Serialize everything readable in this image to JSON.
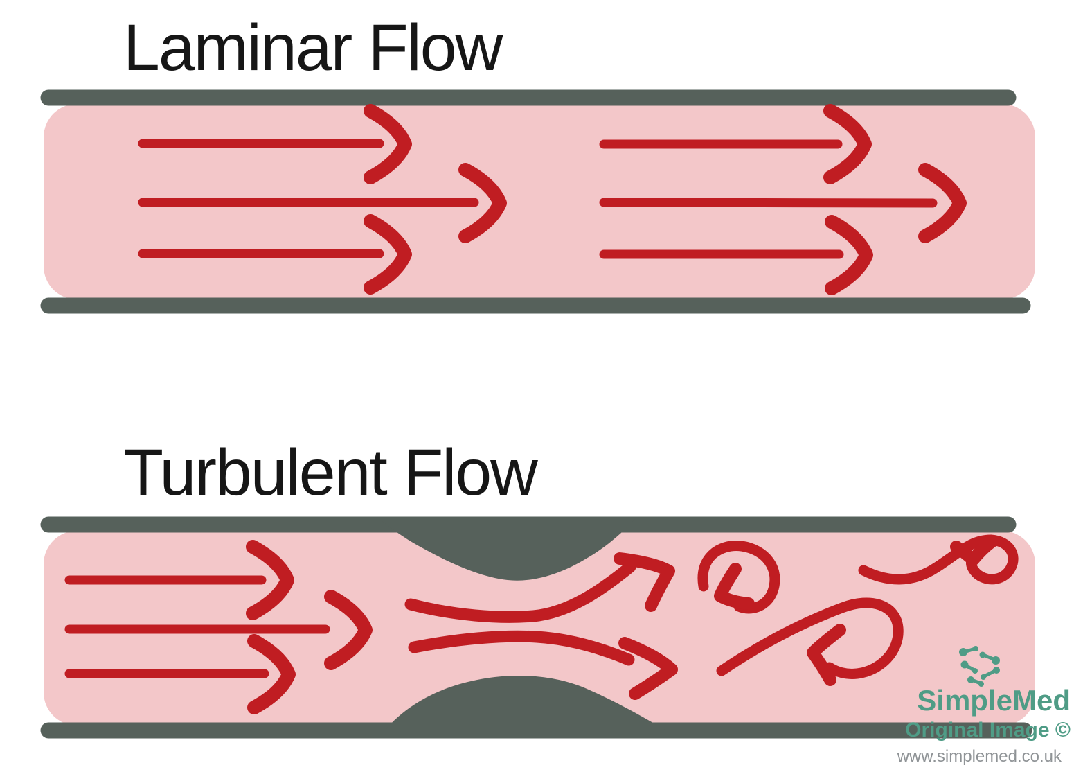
{
  "figure": {
    "panels": [
      {
        "id": "laminar",
        "title": "Laminar Flow",
        "flow_type": "laminar",
        "straight_arrow_count": 6
      },
      {
        "id": "turbulent",
        "title": "Turbulent Flow",
        "flow_type": "turbulent",
        "straight_arrow_count": 3,
        "stenosis_arrow_count": 2,
        "eddy_arrow_count": 3
      }
    ]
  },
  "watermark": {
    "brand": "SimpleMed",
    "caption": "Original Image ©",
    "url": "www.simplemed.co.uk",
    "logo_icon": "molecule-dots-icon"
  },
  "colors": {
    "bg": "#ffffff",
    "ink": "#161616",
    "pink": "#f3c7c9",
    "wall": "#56615b",
    "red": "#c01d22",
    "teal": "#4f9c86",
    "urlgray": "#8f9396"
  }
}
